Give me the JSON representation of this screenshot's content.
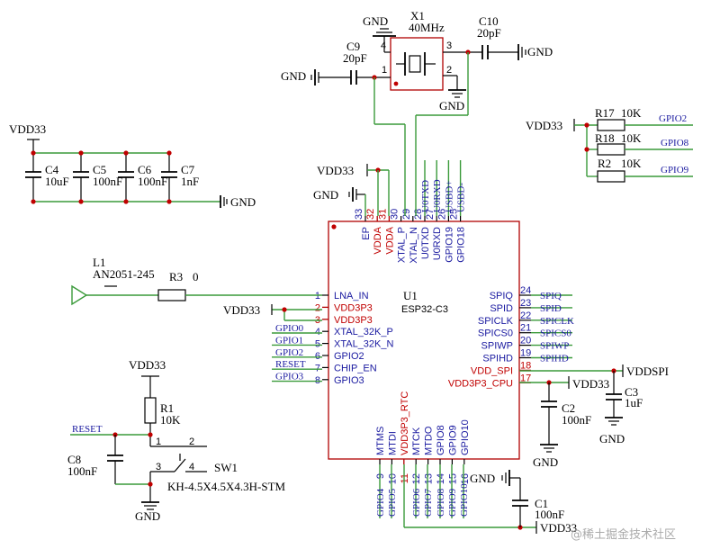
{
  "power": {
    "vdd": "VDD33",
    "gnd": "GND",
    "vddspi": "VDDSPI"
  },
  "u1": {
    "ref": "U1",
    "value": "ESP32-C3",
    "left_pins": [
      {
        "num": "1",
        "name": "LNA_IN",
        "red": false
      },
      {
        "num": "2",
        "name": "VDD3P3",
        "red": true
      },
      {
        "num": "3",
        "name": "VDD3P3",
        "red": true
      },
      {
        "num": "4",
        "name": "XTAL_32K_P",
        "red": false
      },
      {
        "num": "5",
        "name": "XTAL_32K_N",
        "red": false
      },
      {
        "num": "6",
        "name": "GPIO2",
        "red": false
      },
      {
        "num": "7",
        "name": "CHIP_EN",
        "red": false
      },
      {
        "num": "8",
        "name": "GPIO3",
        "red": false
      }
    ],
    "right_pins": [
      {
        "num": "24",
        "name": "SPIQ",
        "red": false
      },
      {
        "num": "23",
        "name": "SPID",
        "red": false
      },
      {
        "num": "22",
        "name": "SPICLK",
        "red": false
      },
      {
        "num": "21",
        "name": "SPICS0",
        "red": false
      },
      {
        "num": "20",
        "name": "SPIWP",
        "red": false
      },
      {
        "num": "19",
        "name": "SPIHD",
        "red": false
      },
      {
        "num": "18",
        "name": "VDD_SPI",
        "red": true
      },
      {
        "num": "17",
        "name": "VDD3P3_CPU",
        "red": true
      }
    ],
    "top_pins": [
      {
        "num": "33",
        "name": "EP",
        "red": false
      },
      {
        "num": "32",
        "name": "VDDA",
        "red": true
      },
      {
        "num": "31",
        "name": "VDDA",
        "red": true
      },
      {
        "num": "30",
        "name": "XTAL_P",
        "red": false
      },
      {
        "num": "29",
        "name": "XTAL_N",
        "red": false
      },
      {
        "num": "28",
        "name": "U0TXD",
        "red": false
      },
      {
        "num": "27",
        "name": "U0RXD",
        "red": false
      },
      {
        "num": "26",
        "name": "GPIO19",
        "red": false
      },
      {
        "num": "25",
        "name": "GPIO18",
        "red": false
      }
    ],
    "bottom_pins": [
      {
        "num": "9",
        "name": "MTMS",
        "red": false
      },
      {
        "num": "10",
        "name": "MTDI",
        "red": false
      },
      {
        "num": "11",
        "name": "VDD3P3_RTC",
        "red": true
      },
      {
        "num": "12",
        "name": "MTCK",
        "red": false
      },
      {
        "num": "13",
        "name": "MTDO",
        "red": false
      },
      {
        "num": "14",
        "name": "GPIO8",
        "red": false
      },
      {
        "num": "15",
        "name": "GPIO9",
        "red": false
      },
      {
        "num": "16",
        "name": "GPIO10",
        "red": false
      }
    ]
  },
  "left_nets": [
    "GPIO0",
    "GPIO1",
    "GPIO2",
    "RESET",
    "GPIO3"
  ],
  "right_nets": [
    "SPIQ",
    "SPID",
    "SPICLK",
    "SPICS0",
    "SPIWP",
    "SPIHD"
  ],
  "top_nets": [
    "U0TXD",
    "U0RXD",
    "USBD+",
    "USBD-"
  ],
  "bottom_nets": [
    "GPIO4",
    "GPIO5",
    "GPIO6",
    "GPIO7",
    "GPIO8",
    "GPIO9",
    "GPIO10"
  ],
  "gpio_pullup_nets": [
    "GPIO2",
    "GPIO8",
    "GPIO9"
  ],
  "resistors": {
    "r17": {
      "ref": "R17",
      "value": "10K"
    },
    "r18": {
      "ref": "R18",
      "value": "10K"
    },
    "r2": {
      "ref": "R2",
      "value": "10K"
    },
    "r1": {
      "ref": "R1",
      "value": "10K"
    },
    "r3": {
      "ref": "R3",
      "value": "0"
    }
  },
  "capacitors": {
    "c4": {
      "ref": "C4",
      "value": "10uF"
    },
    "c5": {
      "ref": "C5",
      "value": "100nF"
    },
    "c6": {
      "ref": "C6",
      "value": "100nF"
    },
    "c7": {
      "ref": "C7",
      "value": "1nF"
    },
    "c9": {
      "ref": "C9",
      "value": "20pF"
    },
    "c10": {
      "ref": "C10",
      "value": "20pF"
    },
    "c8": {
      "ref": "C8",
      "value": "100nF"
    },
    "c2": {
      "ref": "C2",
      "value": "100nF"
    },
    "c3": {
      "ref": "C3",
      "value": "1uF"
    },
    "c1": {
      "ref": "C1",
      "value": "100nF"
    }
  },
  "crystal": {
    "ref": "X1",
    "value": "40MHz",
    "pins": [
      "1",
      "2",
      "3",
      "4"
    ]
  },
  "antenna": {
    "ref": "L1",
    "value": "AN2051-245"
  },
  "switch": {
    "ref": "SW1",
    "value": "KH-4.5X4.5X4.3H-STM",
    "pins": [
      "1",
      "2",
      "3",
      "4"
    ]
  },
  "reset_net": "RESET",
  "watermark": "@稀土掘金技术社区"
}
